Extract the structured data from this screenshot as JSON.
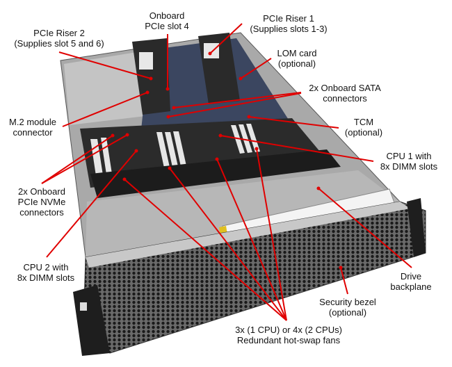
{
  "figure": {
    "accent_color": "#e00000",
    "labels": {
      "slot4": [
        "Onboard",
        "PCIe slot 4"
      ],
      "riser1": [
        "PCIe Riser 1",
        "(Supplies slots 1-3)"
      ],
      "riser2": [
        "PCIe Riser 2",
        "(Supplies slot 5 and 6)"
      ],
      "lom": [
        "LOM card",
        "(optional)"
      ],
      "sata": [
        "2x Onboard SATA",
        "connectors"
      ],
      "m2": [
        "M.2 module",
        "connector"
      ],
      "tcm": [
        "TCM",
        "(optional)"
      ],
      "cpu1": [
        "CPU 1 with",
        "8x DIMM slots"
      ],
      "nvme": [
        "2x Onboard",
        "PCIe NVMe",
        "connectors"
      ],
      "cpu2": [
        "CPU 2 with",
        "8x DIMM slots"
      ],
      "backplane": [
        "Drive",
        "backplane"
      ],
      "bezel": [
        "Security bezel",
        "(optional)"
      ],
      "fans": [
        "3x (1 CPU) or 4x (2 CPUs)",
        "Redundant hot-swap fans"
      ]
    }
  }
}
